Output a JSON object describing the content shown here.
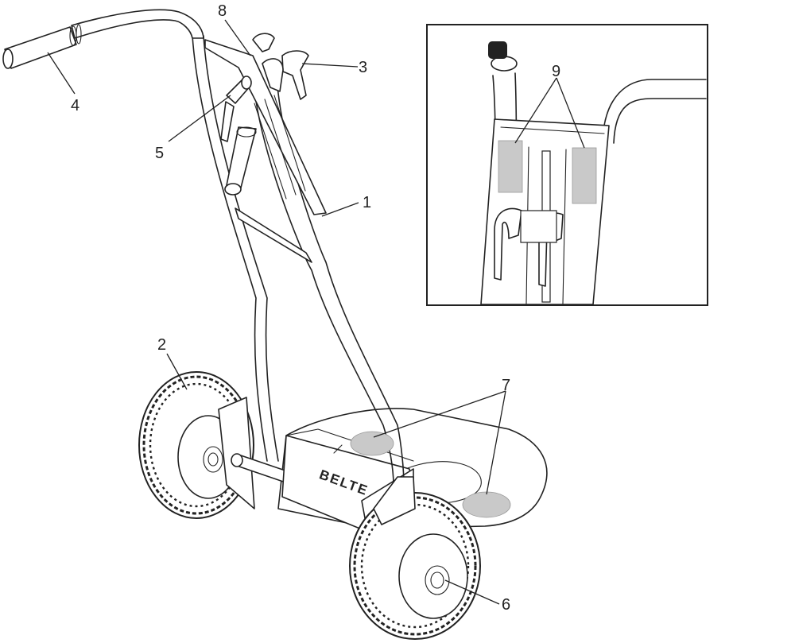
{
  "colors": {
    "line": "#222222",
    "label_fill": "#c9c9c9",
    "background": "#ffffff"
  },
  "brand_plate_text": "BELTE",
  "callouts": [
    {
      "id": "1",
      "text": "1"
    },
    {
      "id": "2",
      "text": "2"
    },
    {
      "id": "3",
      "text": "3"
    },
    {
      "id": "4",
      "text": "4"
    },
    {
      "id": "5",
      "text": "5"
    },
    {
      "id": "6",
      "text": "6"
    },
    {
      "id": "7",
      "text": "7"
    },
    {
      "id": "8",
      "text": "8"
    },
    {
      "id": "9",
      "text": "9"
    }
  ]
}
